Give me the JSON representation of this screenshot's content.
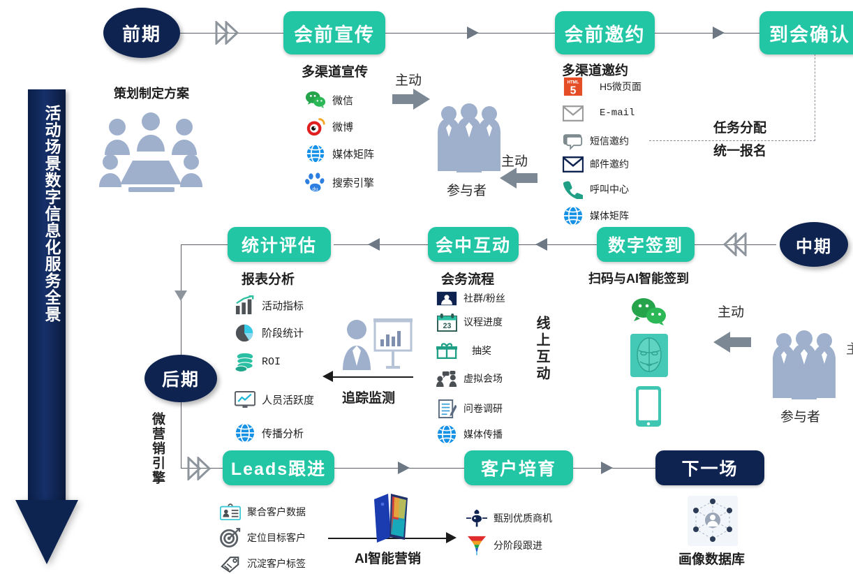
{
  "banner": {
    "text": "活动场景数字信息化服务全景"
  },
  "stages": {
    "early": "前期",
    "mid": "中期",
    "late": "后期"
  },
  "nodes": {
    "promo": "会前宣传",
    "invite": "会前邀约",
    "confirm": "到会确认",
    "checkin": "数字签到",
    "interact": "会中互动",
    "stats": "统计评估",
    "leads": "Leads跟进",
    "nurture": "客户培育",
    "next": "下一场"
  },
  "captions": {
    "plan": "策划制定方案",
    "multi_promo": "多渠道宣传",
    "multi_invite": "多渠道邀约",
    "task_assign": "任务分配",
    "unified_signup": "统一报名",
    "report_analysis": "报表分析",
    "meeting_flow": "会务流程",
    "scan_ai_checkin": "扫码与AI智能签到",
    "track_monitor": "追踪监测",
    "ai_marketing": "AI智能营销",
    "profile_db": "画像数据库",
    "online_interaction": "线上互动",
    "micro_engine": "微营销引擎",
    "attendee": "参与者",
    "active": "主动"
  },
  "lists": {
    "promo_channels": [
      {
        "icon": "wechat-icon",
        "label": "微信"
      },
      {
        "icon": "weibo-icon",
        "label": "微博"
      },
      {
        "icon": "globe-icon",
        "label": "媒体矩阵"
      },
      {
        "icon": "baidu-icon",
        "label": "搜索引擎"
      }
    ],
    "invite_channels": [
      {
        "icon": "html5-icon",
        "label": "H5微页面"
      },
      {
        "icon": "envelope-grey-icon",
        "label": "E-mail"
      },
      {
        "icon": "sms-bubble-icon",
        "label": "短信邀约"
      },
      {
        "icon": "envelope-navy-icon",
        "label": "邮件邀约"
      },
      {
        "icon": "phone-icon",
        "label": "呼叫中心"
      },
      {
        "icon": "globe-icon",
        "label": "媒体矩阵"
      }
    ],
    "report_items": [
      {
        "icon": "bar-chart-icon",
        "label": "活动指标"
      },
      {
        "icon": "pie-chart-icon",
        "label": "阶段统计"
      },
      {
        "icon": "coins-icon",
        "label": "ROI"
      },
      {
        "icon": "monitor-line-icon",
        "label": "人员活跃度"
      },
      {
        "icon": "globe-icon",
        "label": "传播分析"
      }
    ],
    "meeting_items": [
      {
        "icon": "community-icon",
        "label": "社群/粉丝"
      },
      {
        "icon": "calendar-icon",
        "label": "议程进度"
      },
      {
        "icon": "gift-icon",
        "label": "抽奖"
      },
      {
        "icon": "chat-people-icon",
        "label": "虚拟会场"
      },
      {
        "icon": "survey-icon",
        "label": "问卷调研"
      },
      {
        "icon": "globe-icon",
        "label": "媒体传播"
      }
    ],
    "leads_items": [
      {
        "icon": "id-card-icon",
        "label": "聚合客户数据"
      },
      {
        "icon": "target-icon",
        "label": "定位目标客户"
      },
      {
        "icon": "tag-icon",
        "label": "沉淀客户标签"
      }
    ],
    "nurture_items": [
      {
        "icon": "filter-pin-icon",
        "label": "甄别优质商机"
      },
      {
        "icon": "funnel-icon",
        "label": "分阶段跟进"
      }
    ]
  },
  "checkin_icons": [
    {
      "icon": "wechat-icon"
    },
    {
      "icon": "face-ai-icon"
    },
    {
      "icon": "phone-device-icon"
    }
  ],
  "colors": {
    "teal": "#23c6a4",
    "navy": "#0e2350",
    "arrow_grey": "#6d7884",
    "people_blue": "#9fb0cd"
  }
}
